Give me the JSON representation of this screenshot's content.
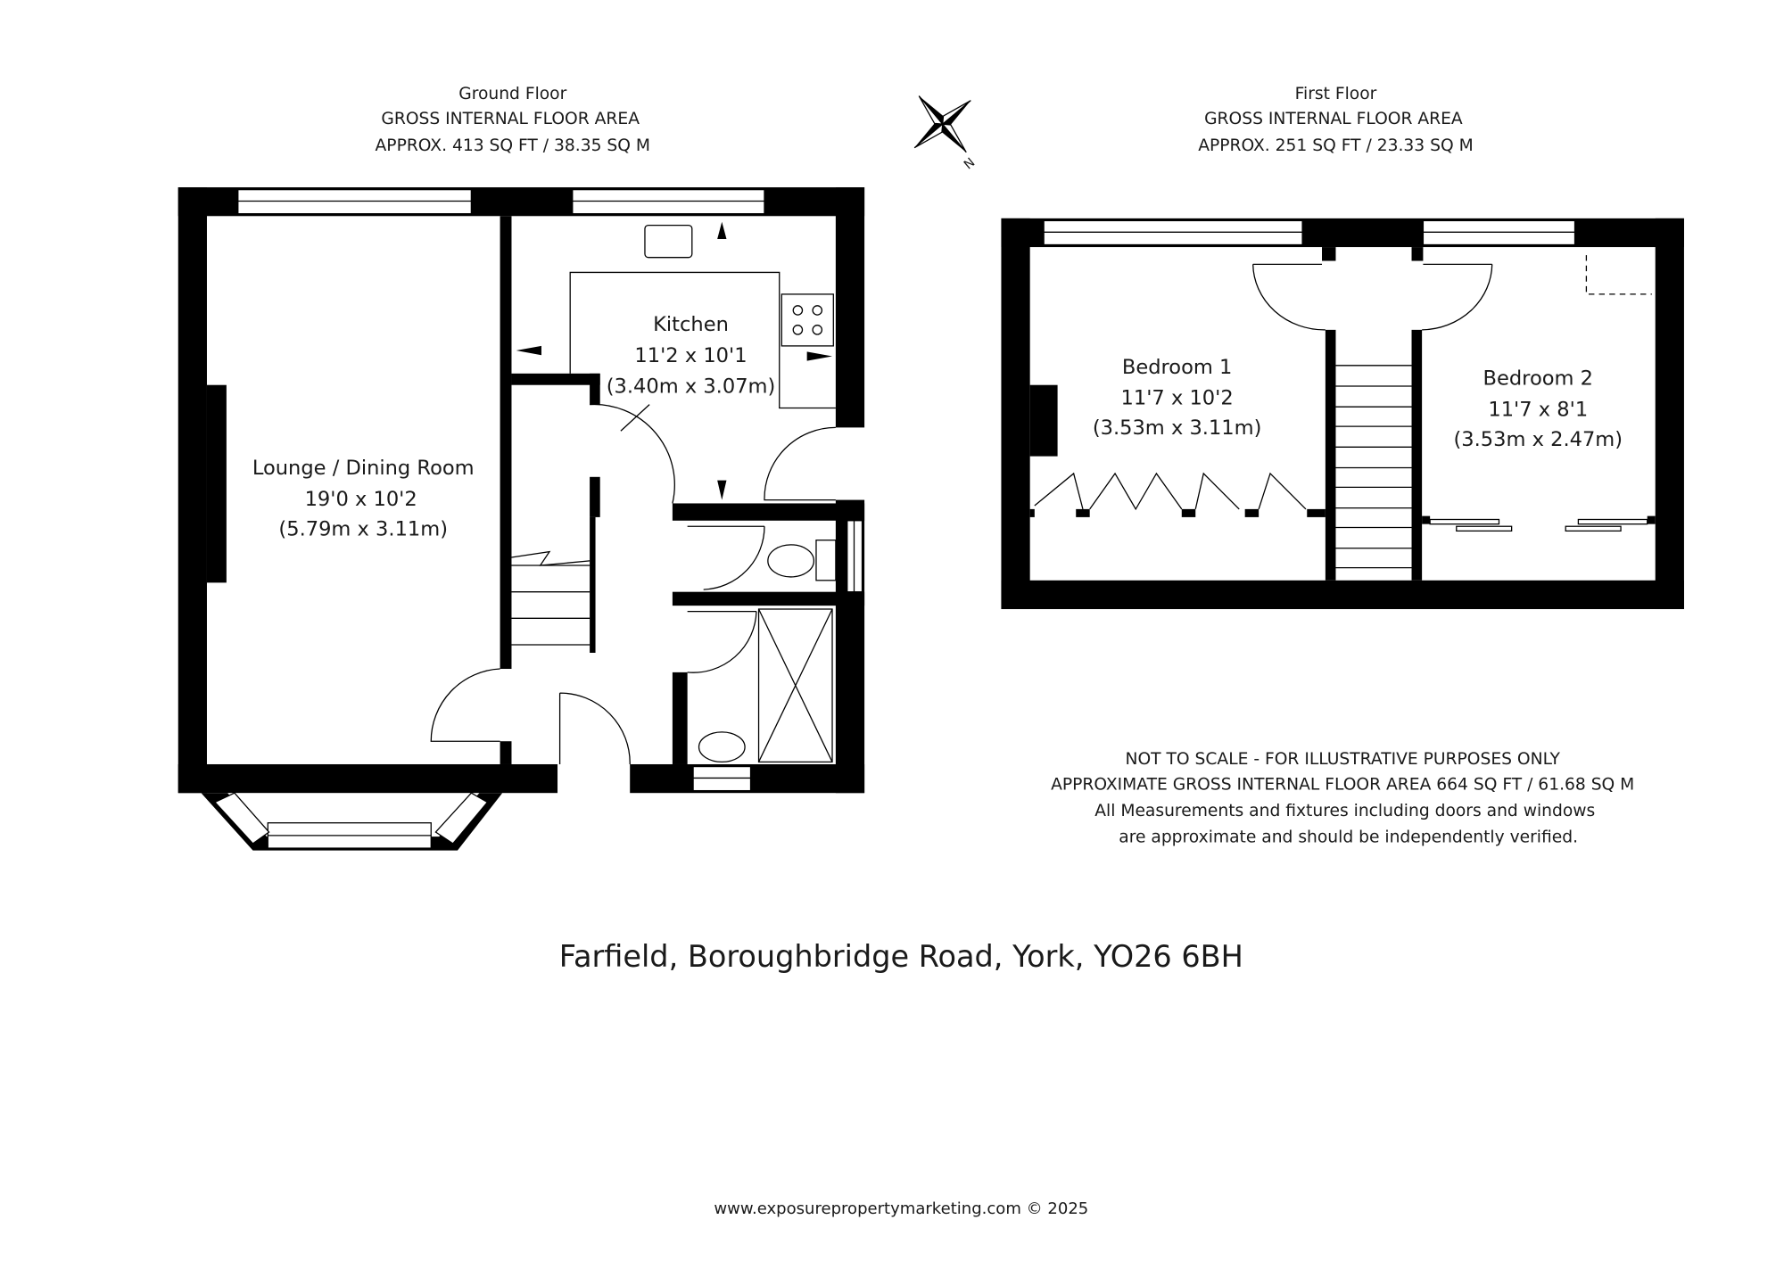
{
  "ground_floor": {
    "title": "Ground Floor",
    "area_label": "GROSS INTERNAL FLOOR AREA",
    "area": "APPROX. 413 SQ FT / 38.35 SQ M",
    "rooms": [
      {
        "name": "Lounge / Dining Room",
        "imperial": "19'0 x 10'2",
        "metric": "(5.79m x 3.11m)"
      },
      {
        "name": "Kitchen",
        "imperial": "11'2 x 10'1",
        "metric": "(3.40m x 3.07m)"
      }
    ]
  },
  "first_floor": {
    "title": "First Floor",
    "area_label": "GROSS INTERNAL FLOOR AREA",
    "area": "APPROX. 251 SQ FT / 23.33 SQ M",
    "rooms": [
      {
        "name": "Bedroom 1",
        "imperial": "11'7 x 10'2",
        "metric": "(3.53m x 3.11m)"
      },
      {
        "name": "Bedroom 2",
        "imperial": "11'7 x 8'1",
        "metric": "(3.53m x 2.47m)"
      }
    ]
  },
  "compass": {
    "icon": "compass-rose-icon",
    "label": "N"
  },
  "notes": [
    "NOT TO SCALE - FOR ILLUSTRATIVE PURPOSES ONLY",
    "APPROXIMATE GROSS INTERNAL FLOOR AREA 664 SQ FT / 61.68 SQ M",
    "All Measurements and fixtures including doors and windows",
    "are approximate and should be independently verified."
  ],
  "address": "Farfield, Boroughbridge Road, York, YO26 6BH",
  "footer": "www.exposurepropertymarketing.com © 2025"
}
